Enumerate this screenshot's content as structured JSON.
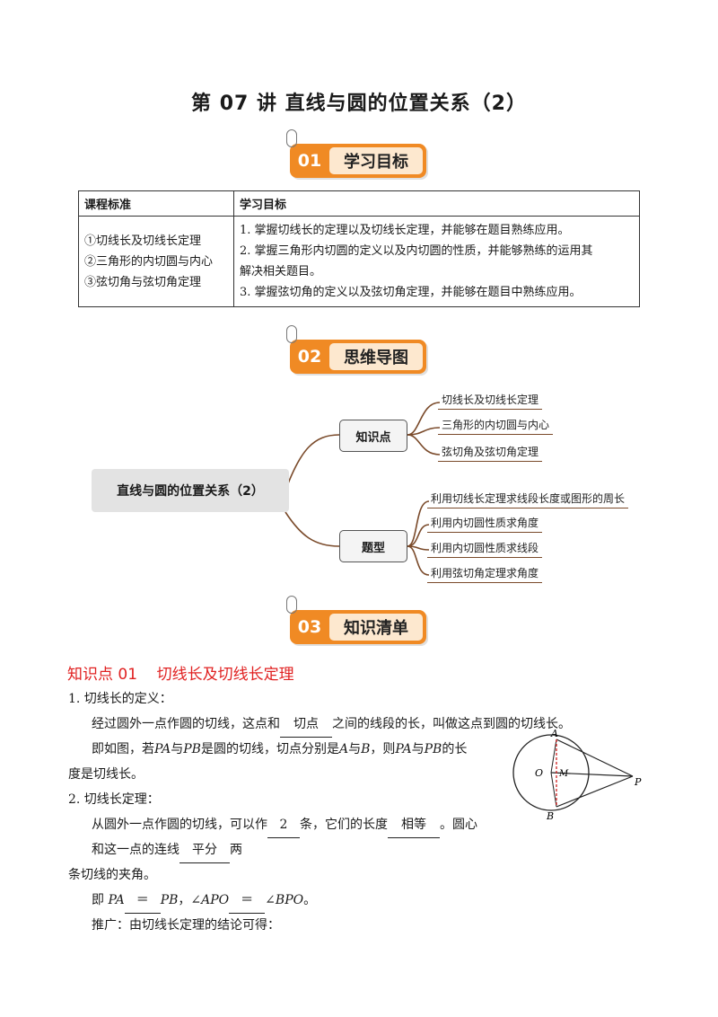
{
  "title": "第 07 讲  直线与圆的位置关系（2）",
  "sections": [
    {
      "num": "01",
      "label": "学习目标"
    },
    {
      "num": "02",
      "label": "思维导图"
    },
    {
      "num": "03",
      "label": "知识清单"
    }
  ],
  "table": {
    "headers": [
      "课程标准",
      "学习目标"
    ],
    "standards": [
      "①切线长及切线长定理",
      "②三角形的内切圆与内心",
      "③弦切角与弦切角定理"
    ],
    "goals": [
      "1. 掌握切线长的定理以及切线长定理，并能够在题目熟练应用。",
      "2. 掌握三角形内切圆的定义以及内切圆的性质，并能够熟练的运用其",
      "解决相关题目。",
      "3. 掌握弦切角的定义以及弦切角定理，并能够在题目中熟练应用。"
    ]
  },
  "mindmap": {
    "root": "直线与圆的位置关系（2）",
    "knowledge": {
      "label": "知识点",
      "items": [
        "切线长及切线长定理",
        "三角形的内切圆与内心",
        "弦切角及弦切角定理"
      ]
    },
    "problems": {
      "label": "题型",
      "items": [
        "利用切线长定理求线段长度或图形的周长",
        "利用内切圆性质求角度",
        "利用内切圆性质求线段",
        "利用弦切角定理求角度"
      ]
    }
  },
  "kp1": {
    "title": "知识点 01    切线长及切线长定理",
    "h1": "1. 切线长的定义：",
    "def_a": "经过圆外一点作圆的切线，这点和",
    "def_blank": "切点",
    "def_b": "之间的线段的长，叫做这点到圆的切线长。",
    "ex_a": "即如图，若",
    "ex_PA": "PA",
    "ex_b": "与",
    "ex_PB": "PB",
    "ex_c": "是圆的切线，切点分别是",
    "ex_A": "A",
    "ex_d": "与",
    "ex_B": "B",
    "ex_e": "，则",
    "ex_PA2": "PA",
    "ex_f": "与",
    "ex_PB2": "PB",
    "ex_g": "的长",
    "ex_h": "度是切线长。",
    "h2": "2.  切线长定理：",
    "th_a": "从圆外一点作圆的切线，可以作",
    "th_blank1": "2",
    "th_b": "条，它们的长度",
    "th_blank2": "相等",
    "th_c": "。圆心",
    "th_d": "和这一点的连线",
    "th_blank3": "平分",
    "th_e": "两",
    "th_f": "条切线的夹角。",
    "eq_a": "即",
    "eq_PA": "PA",
    "eq_blank1": "＝",
    "eq_PB": "PB",
    "eq_b": "，∠",
    "eq_APO": "APO",
    "eq_blank2": "＝",
    "eq_c": "∠",
    "eq_BPO": "BPO",
    "eq_d": "。",
    "ext": "推广：由切线长定理的结论可得："
  },
  "figure": {
    "A": "A",
    "B": "B",
    "O": "O",
    "M": "M",
    "P": "P"
  },
  "colors": {
    "accent": "#f08a24",
    "red": "#e02020",
    "branch": "#7a4a2a"
  }
}
